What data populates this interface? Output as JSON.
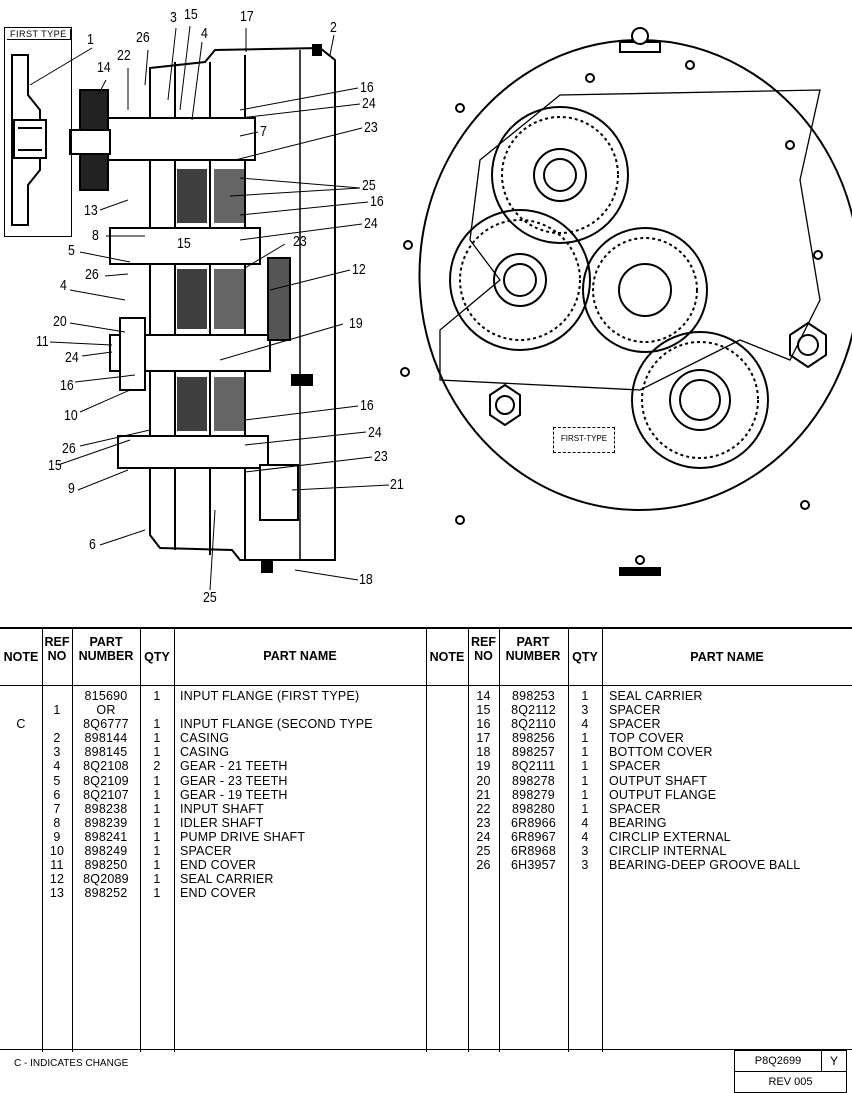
{
  "drawing": {
    "first_type_label": "FIRST TYPE",
    "plate_label": "FIRST-TYPE",
    "callouts": [
      {
        "id": "c1",
        "text": "1"
      },
      {
        "id": "c14",
        "text": "14"
      },
      {
        "id": "c22",
        "text": "22"
      },
      {
        "id": "c26a",
        "text": "26"
      },
      {
        "id": "c3",
        "text": "3"
      },
      {
        "id": "c15a",
        "text": "15"
      },
      {
        "id": "c4a",
        "text": "4"
      },
      {
        "id": "c17",
        "text": "17"
      },
      {
        "id": "c2",
        "text": "2"
      },
      {
        "id": "c16a",
        "text": "16"
      },
      {
        "id": "c24a",
        "text": "24"
      },
      {
        "id": "c7",
        "text": "7"
      },
      {
        "id": "c23a",
        "text": "23"
      },
      {
        "id": "c25a",
        "text": "25"
      },
      {
        "id": "c16b",
        "text": "16"
      },
      {
        "id": "c13",
        "text": "13"
      },
      {
        "id": "c24b",
        "text": "24"
      },
      {
        "id": "c8",
        "text": "8"
      },
      {
        "id": "c15b",
        "text": "15"
      },
      {
        "id": "c23b",
        "text": "23"
      },
      {
        "id": "c5",
        "text": "5"
      },
      {
        "id": "c26b",
        "text": "26"
      },
      {
        "id": "c12",
        "text": "12"
      },
      {
        "id": "c4b",
        "text": "4"
      },
      {
        "id": "c20",
        "text": "20"
      },
      {
        "id": "c19",
        "text": "19"
      },
      {
        "id": "c11",
        "text": "11"
      },
      {
        "id": "c24c",
        "text": "24"
      },
      {
        "id": "c16c",
        "text": "16"
      },
      {
        "id": "c10",
        "text": "10"
      },
      {
        "id": "c16d",
        "text": "16"
      },
      {
        "id": "c26c",
        "text": "26"
      },
      {
        "id": "c24d",
        "text": "24"
      },
      {
        "id": "c15c",
        "text": "15"
      },
      {
        "id": "c23c",
        "text": "23"
      },
      {
        "id": "c9",
        "text": "9"
      },
      {
        "id": "c21",
        "text": "21"
      },
      {
        "id": "c6",
        "text": "6"
      },
      {
        "id": "c18",
        "text": "18"
      },
      {
        "id": "c25b",
        "text": "25"
      }
    ]
  },
  "table": {
    "headers": {
      "note": "NOTE",
      "ref": "REF NO",
      "part": "PART NUMBER",
      "qty": "QTY",
      "name": "PART NAME"
    },
    "left_rows": [
      {
        "note": "",
        "ref": "",
        "part": "815690",
        "qty": "1",
        "name": "INPUT FLANGE (FIRST TYPE)"
      },
      {
        "note": "",
        "ref": "1",
        "part": "OR",
        "qty": "",
        "name": ""
      },
      {
        "note": "C",
        "ref": "",
        "part": "8Q6777",
        "qty": "1",
        "name": "INPUT FLANGE (SECOND TYPE"
      },
      {
        "note": "",
        "ref": "2",
        "part": "898144",
        "qty": "1",
        "name": "CASING"
      },
      {
        "note": "",
        "ref": "3",
        "part": "898145",
        "qty": "1",
        "name": "CASING"
      },
      {
        "note": "",
        "ref": "4",
        "part": "8Q2108",
        "qty": "2",
        "name": "GEAR - 21 TEETH"
      },
      {
        "note": "",
        "ref": "5",
        "part": "8Q2109",
        "qty": "1",
        "name": "GEAR - 23 TEETH"
      },
      {
        "note": "",
        "ref": "6",
        "part": "8Q2107",
        "qty": "1",
        "name": "GEAR - 19 TEETH"
      },
      {
        "note": "",
        "ref": "7",
        "part": "898238",
        "qty": "1",
        "name": "INPUT SHAFT"
      },
      {
        "note": "",
        "ref": "8",
        "part": "898239",
        "qty": "1",
        "name": "IDLER SHAFT"
      },
      {
        "note": "",
        "ref": "9",
        "part": "898241",
        "qty": "1",
        "name": "PUMP DRIVE SHAFT"
      },
      {
        "note": "",
        "ref": "10",
        "part": "898249",
        "qty": "1",
        "name": "SPACER"
      },
      {
        "note": "",
        "ref": "11",
        "part": "898250",
        "qty": "1",
        "name": "END COVER"
      },
      {
        "note": "",
        "ref": "12",
        "part": "8Q2089",
        "qty": "1",
        "name": "SEAL CARRIER"
      },
      {
        "note": "",
        "ref": "13",
        "part": "898252",
        "qty": "1",
        "name": "END COVER"
      }
    ],
    "right_rows": [
      {
        "note": "",
        "ref": "14",
        "part": "898253",
        "qty": "1",
        "name": "SEAL CARRIER"
      },
      {
        "note": "",
        "ref": "15",
        "part": "8Q2112",
        "qty": "3",
        "name": "SPACER"
      },
      {
        "note": "",
        "ref": "16",
        "part": "8Q2110",
        "qty": "4",
        "name": "SPACER"
      },
      {
        "note": "",
        "ref": "17",
        "part": "898256",
        "qty": "1",
        "name": "TOP COVER"
      },
      {
        "note": "",
        "ref": "18",
        "part": "898257",
        "qty": "1",
        "name": "BOTTOM COVER"
      },
      {
        "note": "",
        "ref": "19",
        "part": "8Q2111",
        "qty": "1",
        "name": "SPACER"
      },
      {
        "note": "",
        "ref": "20",
        "part": "898278",
        "qty": "1",
        "name": "OUTPUT SHAFT"
      },
      {
        "note": "",
        "ref": "21",
        "part": "898279",
        "qty": "1",
        "name": "OUTPUT FLANGE"
      },
      {
        "note": "",
        "ref": "22",
        "part": "898280",
        "qty": "1",
        "name": "SPACER"
      },
      {
        "note": "",
        "ref": "23",
        "part": "6R8966",
        "qty": "4",
        "name": "BEARING"
      },
      {
        "note": "",
        "ref": "24",
        "part": "6R8967",
        "qty": "4",
        "name": "CIRCLIP EXTERNAL"
      },
      {
        "note": "",
        "ref": "25",
        "part": "6R8968",
        "qty": "3",
        "name": "CIRCLIP INTERNAL"
      },
      {
        "note": "",
        "ref": "26",
        "part": "6H3957",
        "qty": "3",
        "name": "BEARING-DEEP GROOVE BALL"
      }
    ]
  },
  "footer": {
    "note": "C - INDICATES CHANGE",
    "part_no": "P8Q2699",
    "suffix": "Y",
    "rev": "REV 005"
  }
}
